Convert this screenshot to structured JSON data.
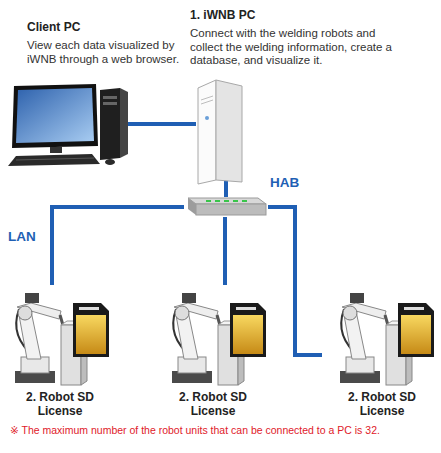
{
  "diagram": {
    "nodes": [
      {
        "text": [
          "Client PC",
          "View each data visualized by iWNB through a web browser."
        ]
      },
      {
        "text": [
          "1. iWNB PC",
          "Connect with the welding robots and collect the welding information, create a database, and visualize it."
        ]
      },
      {
        "text": [
          "HAB"
        ]
      },
      {
        "text": [
          "2. Robot SD License"
        ]
      },
      {
        "text": [
          "2. Robot SD License"
        ]
      },
      {
        "text": [
          "2. Robot SD License"
        ]
      }
    ],
    "edges": [
      {
        "from": 0,
        "to": 1,
        "arrow": "none"
      },
      {
        "from": 1,
        "to": 2,
        "arrow": "none"
      },
      {
        "from": 2,
        "to": 3,
        "arrow": "none"
      },
      {
        "from": 2,
        "to": 4,
        "arrow": "none"
      },
      {
        "from": 2,
        "to": 5,
        "arrow": "none"
      }
    ],
    "labels": [
      "LAN",
      "※ The maximum number of the robot units that can be connected to a PC is 32."
    ]
  }
}
